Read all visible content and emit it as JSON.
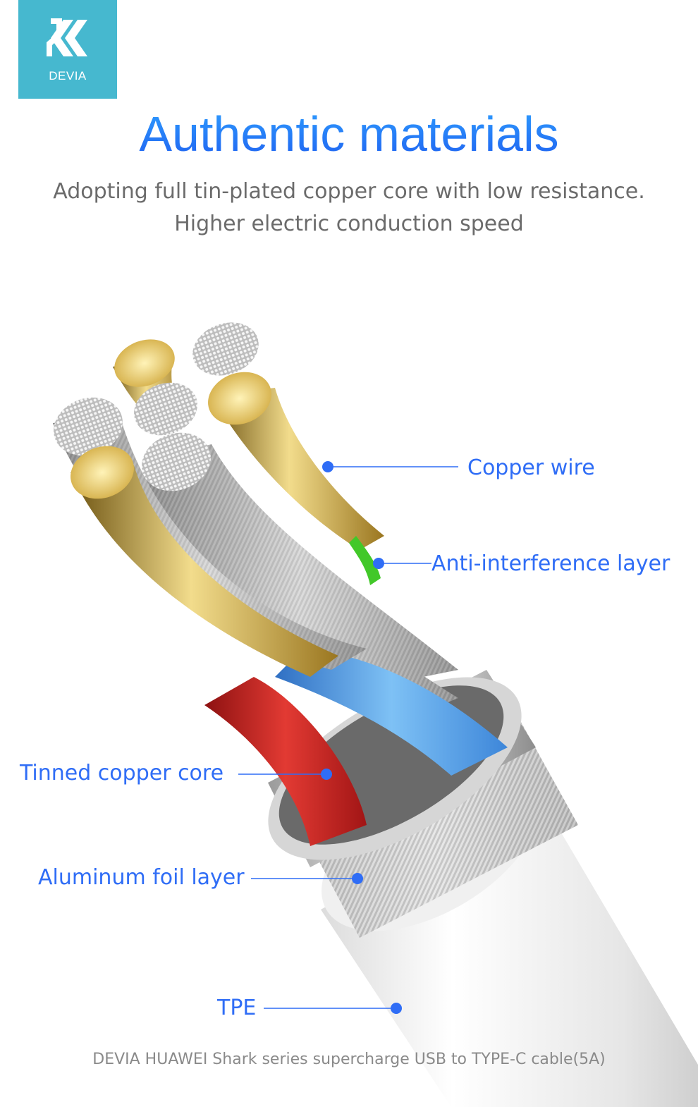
{
  "brand": {
    "logo_text": "DEVIA",
    "logo_color": "#46b8cf"
  },
  "header": {
    "title": "Authentic materials",
    "subtitle_line1": "Adopting full tin-plated copper core with low resistance.",
    "subtitle_line2": "Higher electric conduction speed"
  },
  "callouts": {
    "copper_wire": "Copper wire",
    "anti_interference": "Anti-interference layer",
    "tinned_copper": "Tinned copper core",
    "aluminum_foil": "Aluminum foil layer",
    "tpe": "TPE"
  },
  "footer": {
    "product_name": "DEVIA  HUAWEI Shark series supercharge USB to TYPE-C cable(5A)"
  },
  "colors": {
    "accent_blue": "#2f6df6",
    "title_gradient_top": "#2fa0ff",
    "title_gradient_bottom": "#1f5ff0",
    "gold_wire": "#c9a23a",
    "blue_wire": "#4a97e0",
    "red_wire": "#c9201e",
    "green_wire": "#42c829",
    "tpe_white": "#f2f2f2"
  }
}
